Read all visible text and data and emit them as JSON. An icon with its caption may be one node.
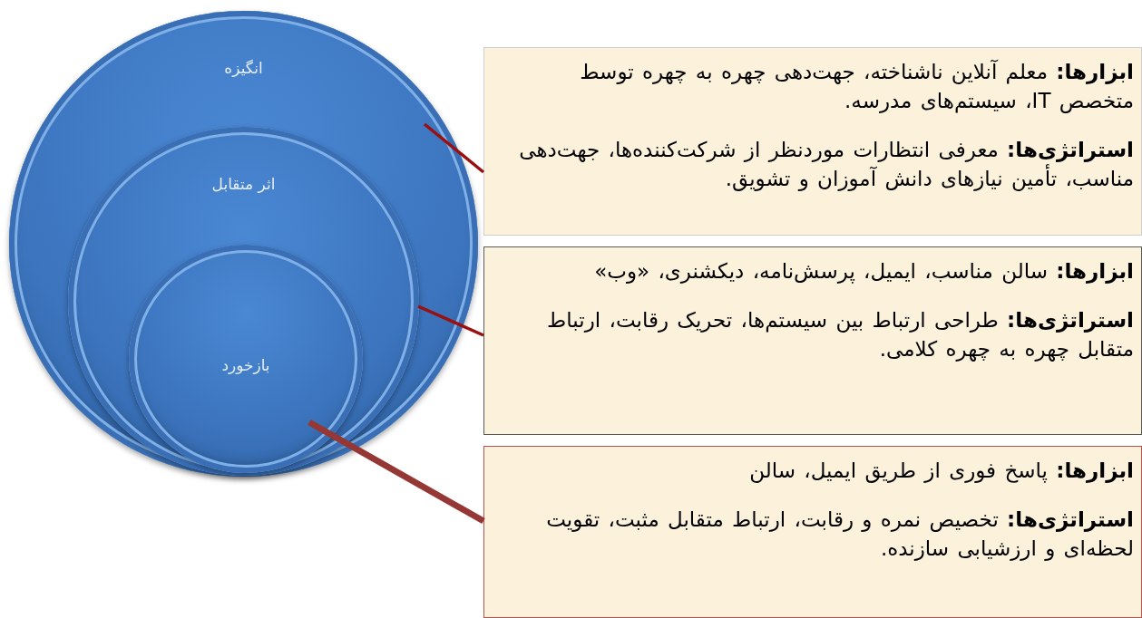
{
  "diagram": {
    "nodes": [
      {
        "text": [
          "انگیزه"
        ]
      },
      {
        "text": [
          "اثر متقابل"
        ],
        "in": 0
      },
      {
        "text": [
          "بازخورد"
        ],
        "in": 1
      },
      {
        "text": [
          "**ابزارها:** معلم آنلاین ناشناخته، جهت‌دهی چهره به چهره توسط متخصص IT، سیستم‌های مدرسه.",
          "**استراتژی‌ها:** معرفی انتظارات موردنظر از شرکت‌کننده‌ها، جهت‌دهی مناسب، تأمین نیازهای دانش آموزان و تشویق."
        ]
      },
      {
        "text": [
          "**ابزارها:** سالن مناسب، ایمیل، پرسش‌نامه، دیکشنری، «وب»",
          "**استراتژی‌ها:** طراحی ارتباط بین سیستم‌ها، تحریک رقابت، ارتباط متقابل چهره به چهره کلامی."
        ]
      },
      {
        "text": [
          "**ابزارها:** پاسخ فوری از طریق ایمیل، سالن",
          "**استراتژی‌ها:** تخصیص نمره و رقابت، ارتباط متقابل مثبت، تقویت لحظه‌ای و ارزشیابی سازنده."
        ]
      }
    ],
    "edges": [
      {
        "from": 3,
        "to": 0,
        "arrow": "none"
      },
      {
        "from": 4,
        "to": 1,
        "arrow": "none"
      },
      {
        "from": 5,
        "to": 2,
        "arrow": "none",
        "style": "thick",
        "color": "#953735"
      }
    ]
  }
}
